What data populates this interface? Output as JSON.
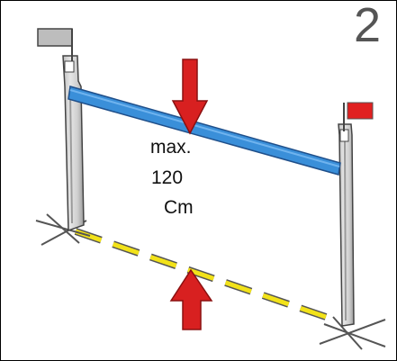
{
  "step_number": "2",
  "height_label": {
    "line1": "max.",
    "line2": "120",
    "line3": "Cm"
  },
  "colors": {
    "pole_fill": "#d7d7d7",
    "pole_shadow": "#9a9a9a",
    "upper_bar": "#3a8fd9",
    "lower_bar": "#f2e219",
    "arrow": "#d82020",
    "left_flag": "#bdbdbd",
    "right_flag": "#e02020"
  },
  "icons": {
    "top_arrow": "arrow-down-icon",
    "bottom_arrow": "arrow-up-icon",
    "left_flag": "grey-flag-icon",
    "right_flag": "red-flag-icon"
  }
}
